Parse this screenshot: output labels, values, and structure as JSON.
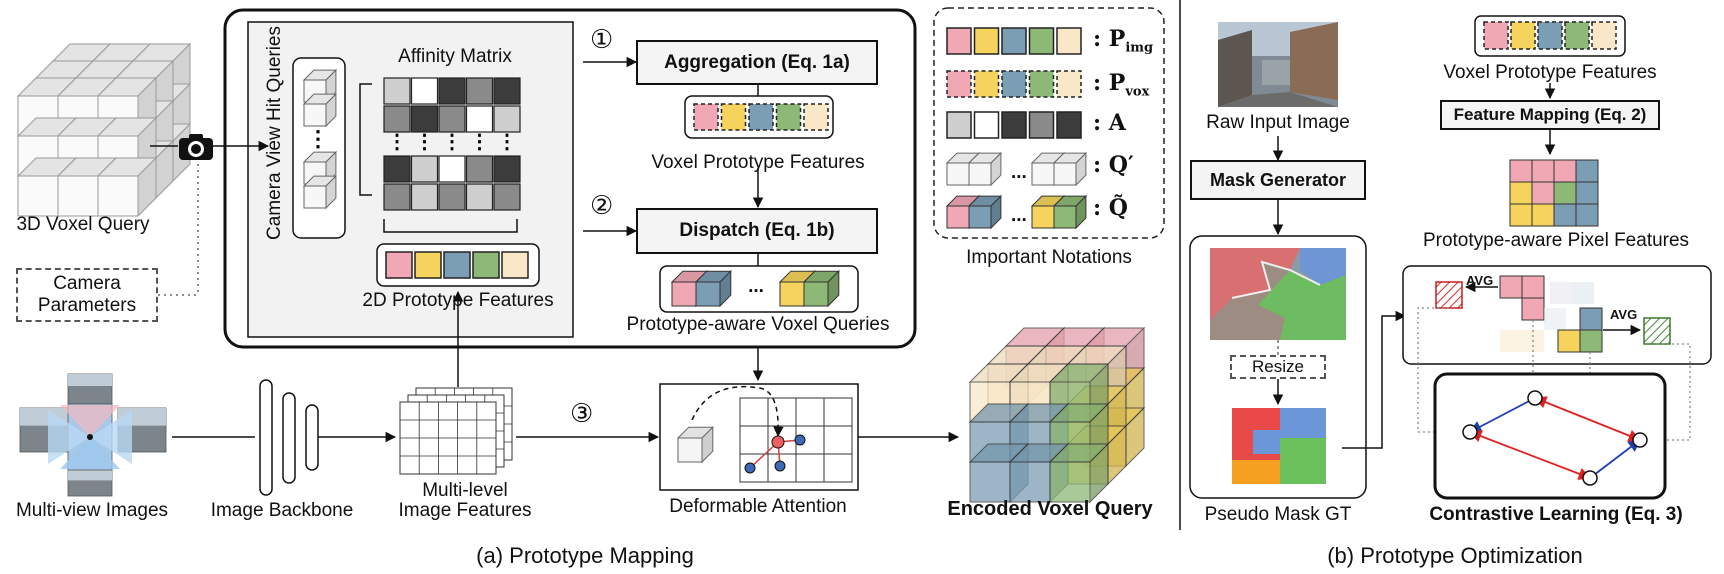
{
  "colors": {
    "pink": "#f0a8b4",
    "yellow": "#f5d35c",
    "blue": "#7b9eb5",
    "green": "#8db876",
    "cream": "#f9e7c7",
    "matrix_dark": "#3c3c3c",
    "matrix_mid": "#8a8a8a",
    "matrix_light": "#cfcfcf",
    "panel": "#f2f2f2",
    "red_edge": "#e02020",
    "blue_edge": "#1f3fb0"
  },
  "panel_a": {
    "caption": "(a) Prototype Mapping",
    "voxel_query_label": "3D Voxel Query",
    "camera_params": [
      "Camera",
      "Parameters"
    ],
    "camera_icon": "camera-icon",
    "hit_queries_label": "Camera View Hit Queries",
    "affinity_label": "Affinity Matrix",
    "proto2d_label": "2D Prototype Features",
    "step1": "①",
    "step2": "②",
    "step3": "③",
    "aggregation_label": "Aggregation (Eq. 1a)",
    "voxel_proto_label": "Voxel Prototype Features",
    "dispatch_label": "Dispatch (Eq. 1b)",
    "proto_voxel_queries_label": "Prototype-aware Voxel Queries",
    "ellipsis": "...",
    "multiview_label": "Multi-view Images",
    "backbone_label": "Image Backbone",
    "multilevel_label": [
      "Multi-level",
      "Image Features"
    ],
    "deformable_label": "Deformable Attention",
    "encoded_label": "Encoded Voxel Query"
  },
  "notations": {
    "title": "Important Notations",
    "p_img": "P",
    "p_img_sub": "img",
    "p_vox": "P",
    "p_vox_sub": "vox",
    "a": "A",
    "q_prime": "Q′",
    "q_tilde": "Q̃"
  },
  "panel_b": {
    "caption": "(b) Prototype Optimization",
    "raw_label": "Raw Input Image",
    "mask_gen_label": "Mask Generator",
    "resize_label": "Resize",
    "pseudo_label": "Pseudo Mask GT",
    "voxel_proto_label": "Voxel Prototype Features",
    "feature_mapping_label": "Feature Mapping (Eq. 2)",
    "pixel_label": "Prototype-aware Pixel Features",
    "avg1": "AVG",
    "avg2": "AVG",
    "contrastive_label": "Contrastive Learning (Eq. 3)"
  }
}
